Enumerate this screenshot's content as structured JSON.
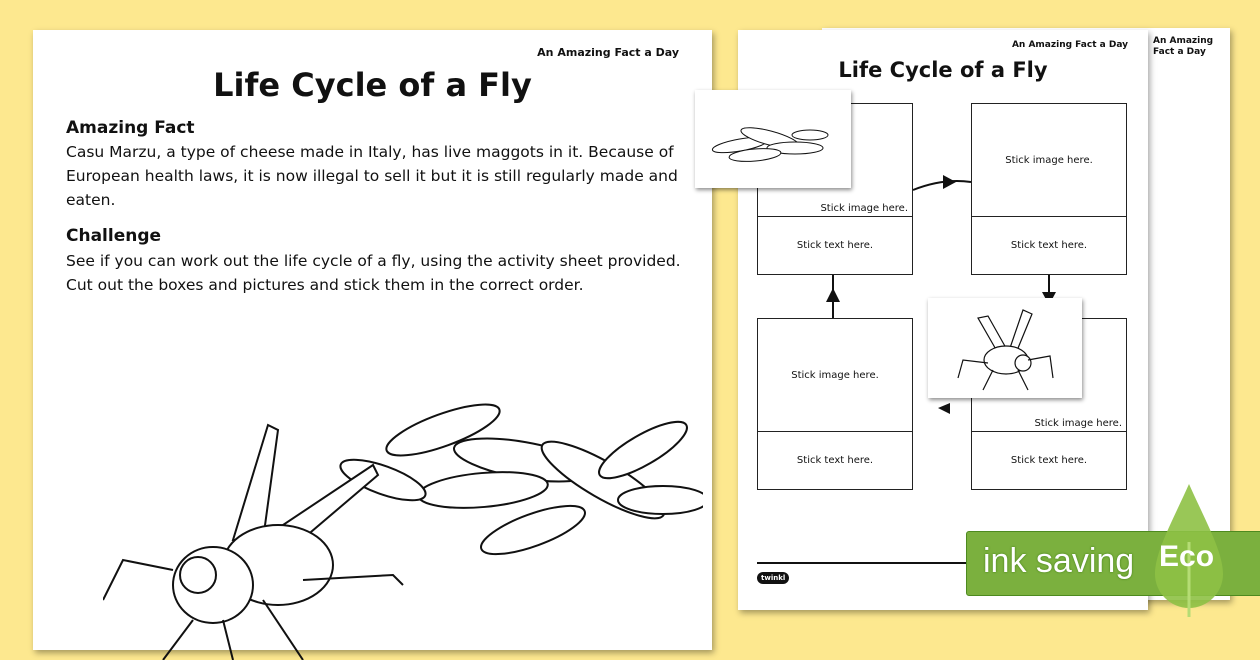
{
  "left_sheet": {
    "header": "An Amazing Fact a Day",
    "title": "Life Cycle of a Fly",
    "fact_heading": "Amazing Fact",
    "fact_text": "Casu Marzu, a type of cheese made in Italy, has live maggots in it. Because of European health laws, it is now illegal to sell it but it is still regularly made and eaten.",
    "challenge_heading": "Challenge",
    "challenge_text": "See if you can work out the life cycle of a fly, using the activity sheet provided. Cut out the boxes and pictures and stick them in the correct order."
  },
  "right_sheet": {
    "header": "An Amazing Fact a Day",
    "back_header": "An Amazing Fact a Day",
    "title": "Life Cycle of a Fly",
    "boxes": [
      {
        "image": "Stick image here.",
        "text": "Stick text here."
      },
      {
        "image": "Stick image here.",
        "text": "Stick text here."
      },
      {
        "image": "Stick image here.",
        "text": "Stick text here."
      },
      {
        "image": "Stick image here.",
        "text": "Stick text here."
      }
    ],
    "logo": "twinkl"
  },
  "badge": {
    "label": "ink saving",
    "eco": "Eco",
    "color": "#7bb03e"
  }
}
